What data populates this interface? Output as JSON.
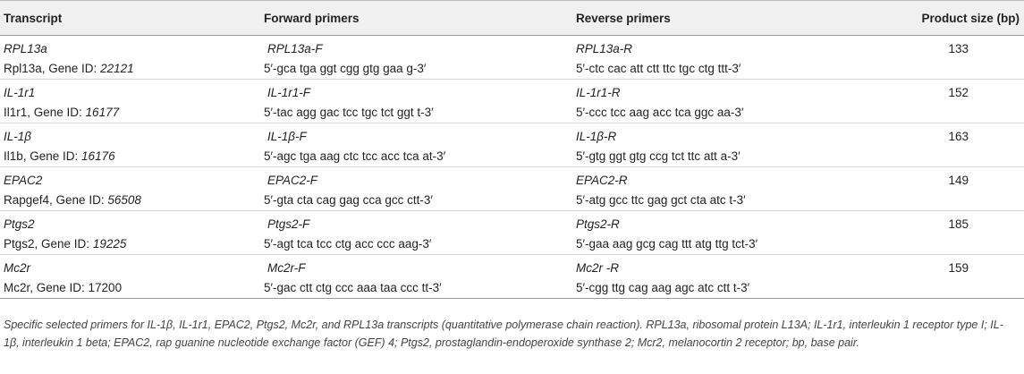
{
  "table": {
    "headers": [
      "Transcript",
      "Forward primers",
      "Reverse primers",
      "Product size (bp)"
    ],
    "rows": [
      {
        "transcript": "RPL13a",
        "gene_prefix": "Rpl13a, Gene ID: ",
        "gene_id": "22121",
        "fwd_name": "RPL13a-F",
        "fwd_seq": "5′-gca tga ggt cgg gtg gaa g-3′",
        "rev_name": "RPL13a-R",
        "rev_seq": "5′-ctc cac att ctt ttc tgc ctg ttt-3′",
        "size": "133"
      },
      {
        "transcript": "IL-1r1",
        "gene_prefix": "Il1r1, Gene ID: ",
        "gene_id": "16177",
        "fwd_name": "IL-1r1-F",
        "fwd_seq": "5′-tac agg gac tcc tgc tct ggt t-3′",
        "rev_name": "IL-1r1-R",
        "rev_seq": "5′-ccc tcc aag acc tca ggc aa-3′",
        "size": "152"
      },
      {
        "transcript": "IL-1β",
        "gene_prefix": "Il1b, Gene ID: ",
        "gene_id": "16176",
        "fwd_name": "IL-1β-F",
        "fwd_seq": "5′-agc tga aag ctc tcc acc tca at-3′",
        "rev_name": "IL-1β-R",
        "rev_seq": "5′-gtg ggt gtg ccg tct ttc att a-3′",
        "size": "163"
      },
      {
        "transcript": "EPAC2",
        "gene_prefix": "Rapgef4, Gene ID: ",
        "gene_id": "56508",
        "fwd_name": "EPAC2-F",
        "fwd_seq": "5′-gta cta cag gag cca gcc ctt-3′",
        "rev_name": "EPAC2-R",
        "rev_seq": "5′-atg gcc ttc gag gct cta atc t-3′",
        "size": "149"
      },
      {
        "transcript": "Ptgs2",
        "gene_prefix": "Ptgs2, Gene ID: ",
        "gene_id": "19225",
        "fwd_name": "Ptgs2-F",
        "fwd_seq": "5′-agt tca tcc ctg acc ccc aag-3′",
        "rev_name": "Ptgs2-R",
        "rev_seq": "5′-gaa aag gcg cag ttt atg ttg tct-3′",
        "size": "185"
      },
      {
        "transcript": "Mc2r",
        "gene_prefix": "Mc2r, Gene ID: 17200",
        "gene_id": "",
        "fwd_name": "Mc2r-F",
        "fwd_seq": "5′-gac ctt ctg ccc aaa taa ccc tt-3′",
        "rev_name": "Mc2r -R",
        "rev_seq": "5′-cgg ttg cag aag agc atc ctt t-3′",
        "size": "159"
      }
    ]
  },
  "caption": "Specific selected primers for IL-1β, IL-1r1, EPAC2, Ptgs2, Mc2r, and RPL13a transcripts (quantitative polymerase chain reaction). RPL13a, ribosomal protein L13A; IL-1r1, interleukin 1 receptor type I; IL-1β, interleukin 1 beta; EPAC2, rap guanine nucleotide exchange factor (GEF) 4; Ptgs2, prostaglandin-endoperoxide synthase 2; Mcr2, melanocortin 2 receptor; bp, base pair."
}
